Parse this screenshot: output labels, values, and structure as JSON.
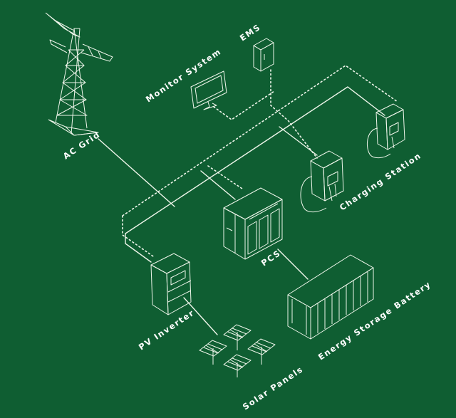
{
  "labels": {
    "ac_grid": "AC Grid",
    "monitor_system": "Monitor System",
    "ems": "EMS",
    "charging_station": "Charging Station",
    "pcs": "PCS",
    "pv_inverter": "PV Inverter",
    "energy_storage_battery": "Energy Storage Battery",
    "solar_panels": "Solar Panels"
  },
  "colors": {
    "background": "#0f5e32",
    "line": "#eef5ea"
  }
}
